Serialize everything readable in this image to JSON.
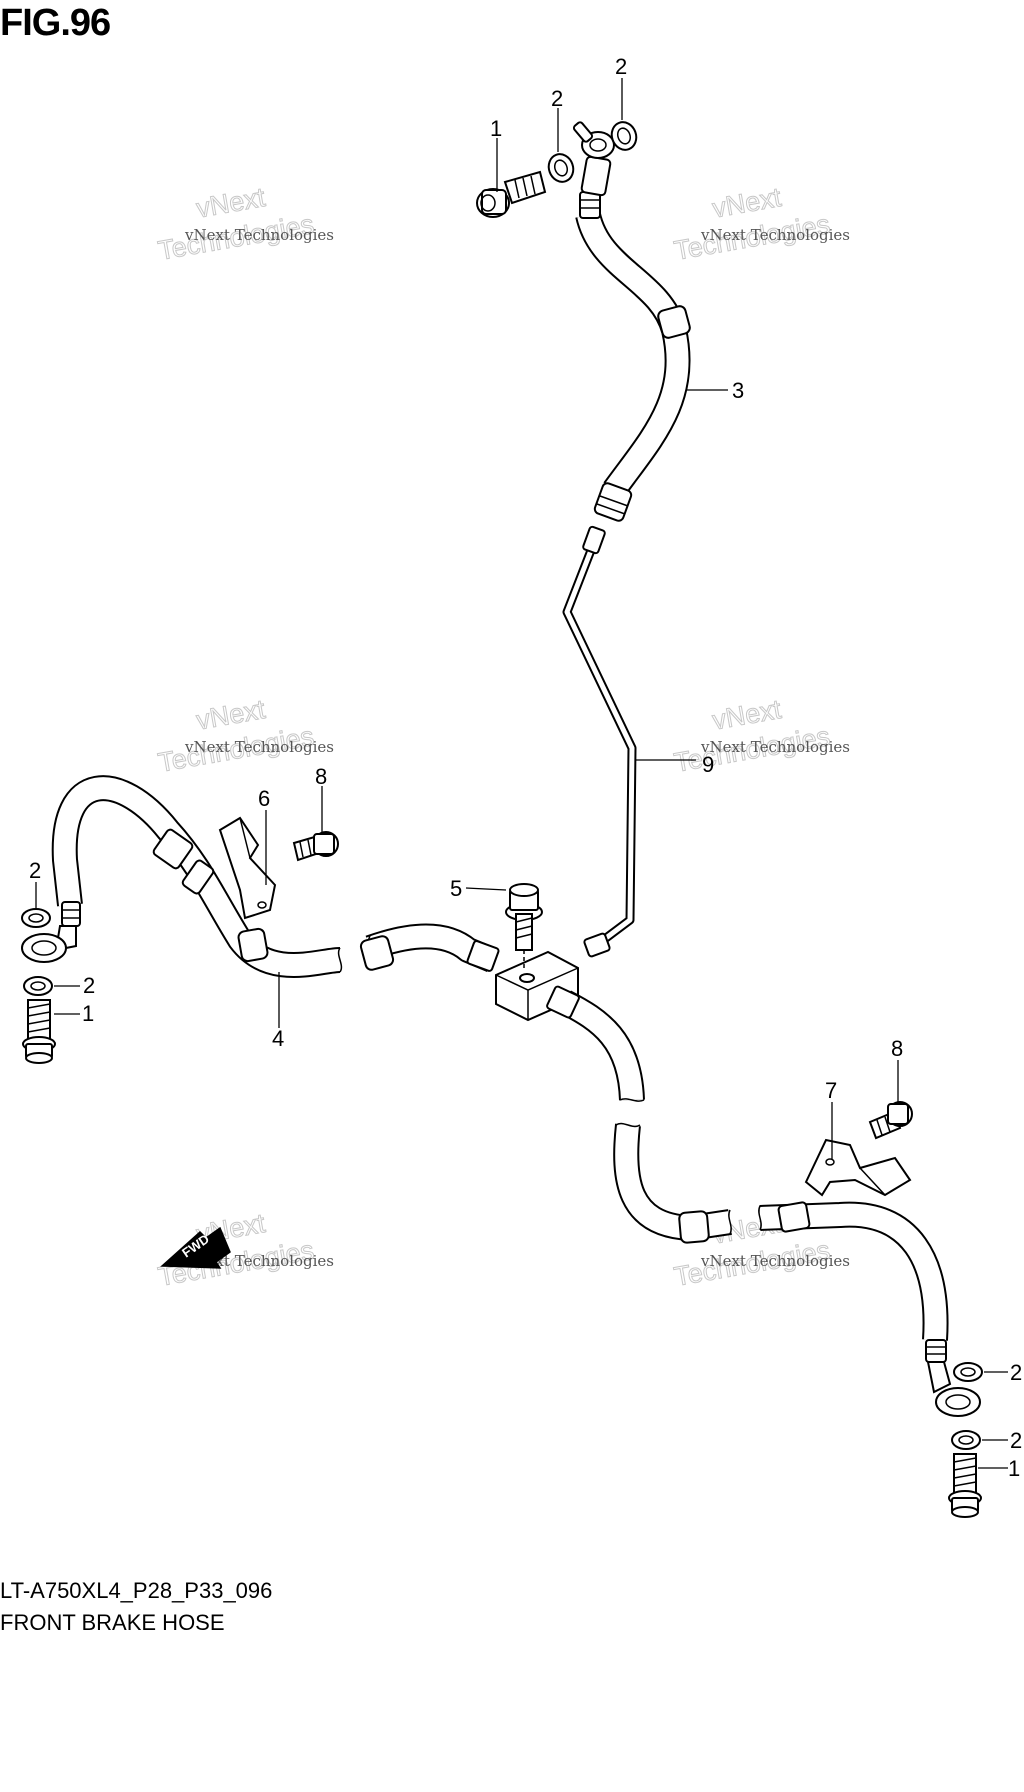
{
  "figure": {
    "title": "FIG.96",
    "model_code": "LT-A750XL4_P28_P33_096",
    "name": "FRONT BRAKE HOSE"
  },
  "watermark": {
    "line1": "vNext Technologies",
    "line2": "vNext",
    "line3": "Technologies"
  },
  "fwd_label": "FWD",
  "callouts": [
    {
      "id": "c-1-top",
      "text": "1"
    },
    {
      "id": "c-2-top-a",
      "text": "2"
    },
    {
      "id": "c-2-top-b",
      "text": "2"
    },
    {
      "id": "c-3",
      "text": "3"
    },
    {
      "id": "c-9",
      "text": "9"
    },
    {
      "id": "c-6",
      "text": "6"
    },
    {
      "id": "c-8-left",
      "text": "8"
    },
    {
      "id": "c-2-left-a",
      "text": "2"
    },
    {
      "id": "c-2-left-b",
      "text": "2"
    },
    {
      "id": "c-1-left",
      "text": "1"
    },
    {
      "id": "c-4",
      "text": "4"
    },
    {
      "id": "c-5",
      "text": "5"
    },
    {
      "id": "c-7",
      "text": "7"
    },
    {
      "id": "c-8-right",
      "text": "8"
    },
    {
      "id": "c-2-right-a",
      "text": "2"
    },
    {
      "id": "c-2-right-b",
      "text": "2"
    },
    {
      "id": "c-1-right",
      "text": "1"
    }
  ]
}
